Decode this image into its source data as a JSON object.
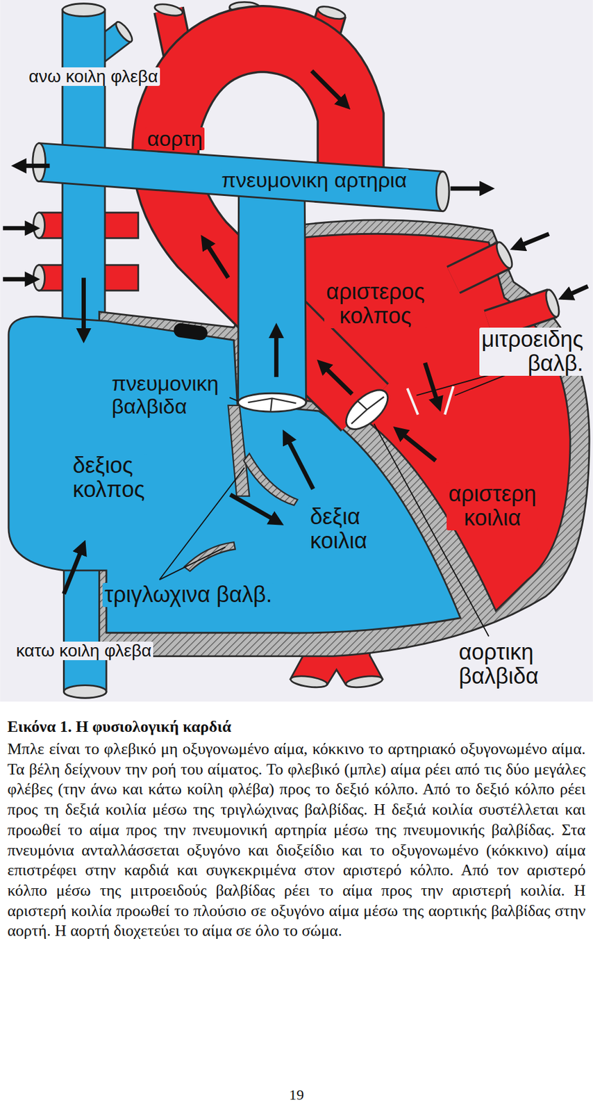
{
  "diagram": {
    "caption": "Εικόνα 1. Η φυσιολογική καρδιά",
    "labels": [
      "ανω κοιλη φλεβα",
      "αορτη",
      "πνευμονικη αρτηρια",
      "αριστερος κολπος",
      "μιτροειδης βαλβ.",
      "πνευμονικη βαλβιδα",
      "δεξιος κολπος",
      "αριστερη κοιλια",
      "δεξια κοιλια",
      "τριγλωχινα βαλβ.",
      "κατω κοιλη φλεβα",
      "αορτικη βαλβιδα",
      "Μπλε είναι το φλεβικό μη οξυγονωμένο αίμα, κόκκινο το αρτηριακό οξυγονωμένο αίμα. Τα βέλη δείχνουν την ροή του αίματος. Το φλεβικό (μπλε) αίμα ρέει από τις δύο μεγάλες φλέβες (την άνω και κάτω κοίλη φλέβα) προς το δεξιό κόλπο. Από το δεξιό κόλπο ρέει προς τη δεξιά κοιλία μέσω της τριγλώχινας βαλβίδας. Η δεξιά κοιλία συστέλλεται και προωθεί το αίμα προς την πνευμονική αρτηρία μέσω της πνευμονικής βαλβίδας. Στα πνευμόνια ανταλλάσσεται οξυγόνο και διοξείδιο και το οξυγονωμένο (κόκκινο) αίμα επιστρέφει στην καρδιά και συγκεκριμένα στον αριστερό κόλπο. Από τον αριστερό κόλπο μέσω της μιτροειδούς βαλβίδας ρέει το αίμα προς την αριστερή κοιλία. Η αριστερή κοιλία προωθεί το πλούσιο σε οξυγόνο αίμα μέσω της αορτικής βαλβίδας στην αορτή. Η αορτή διοχετεύει το αίμα σε όλο το σώμα.",
      "19"
    ]
  }
}
